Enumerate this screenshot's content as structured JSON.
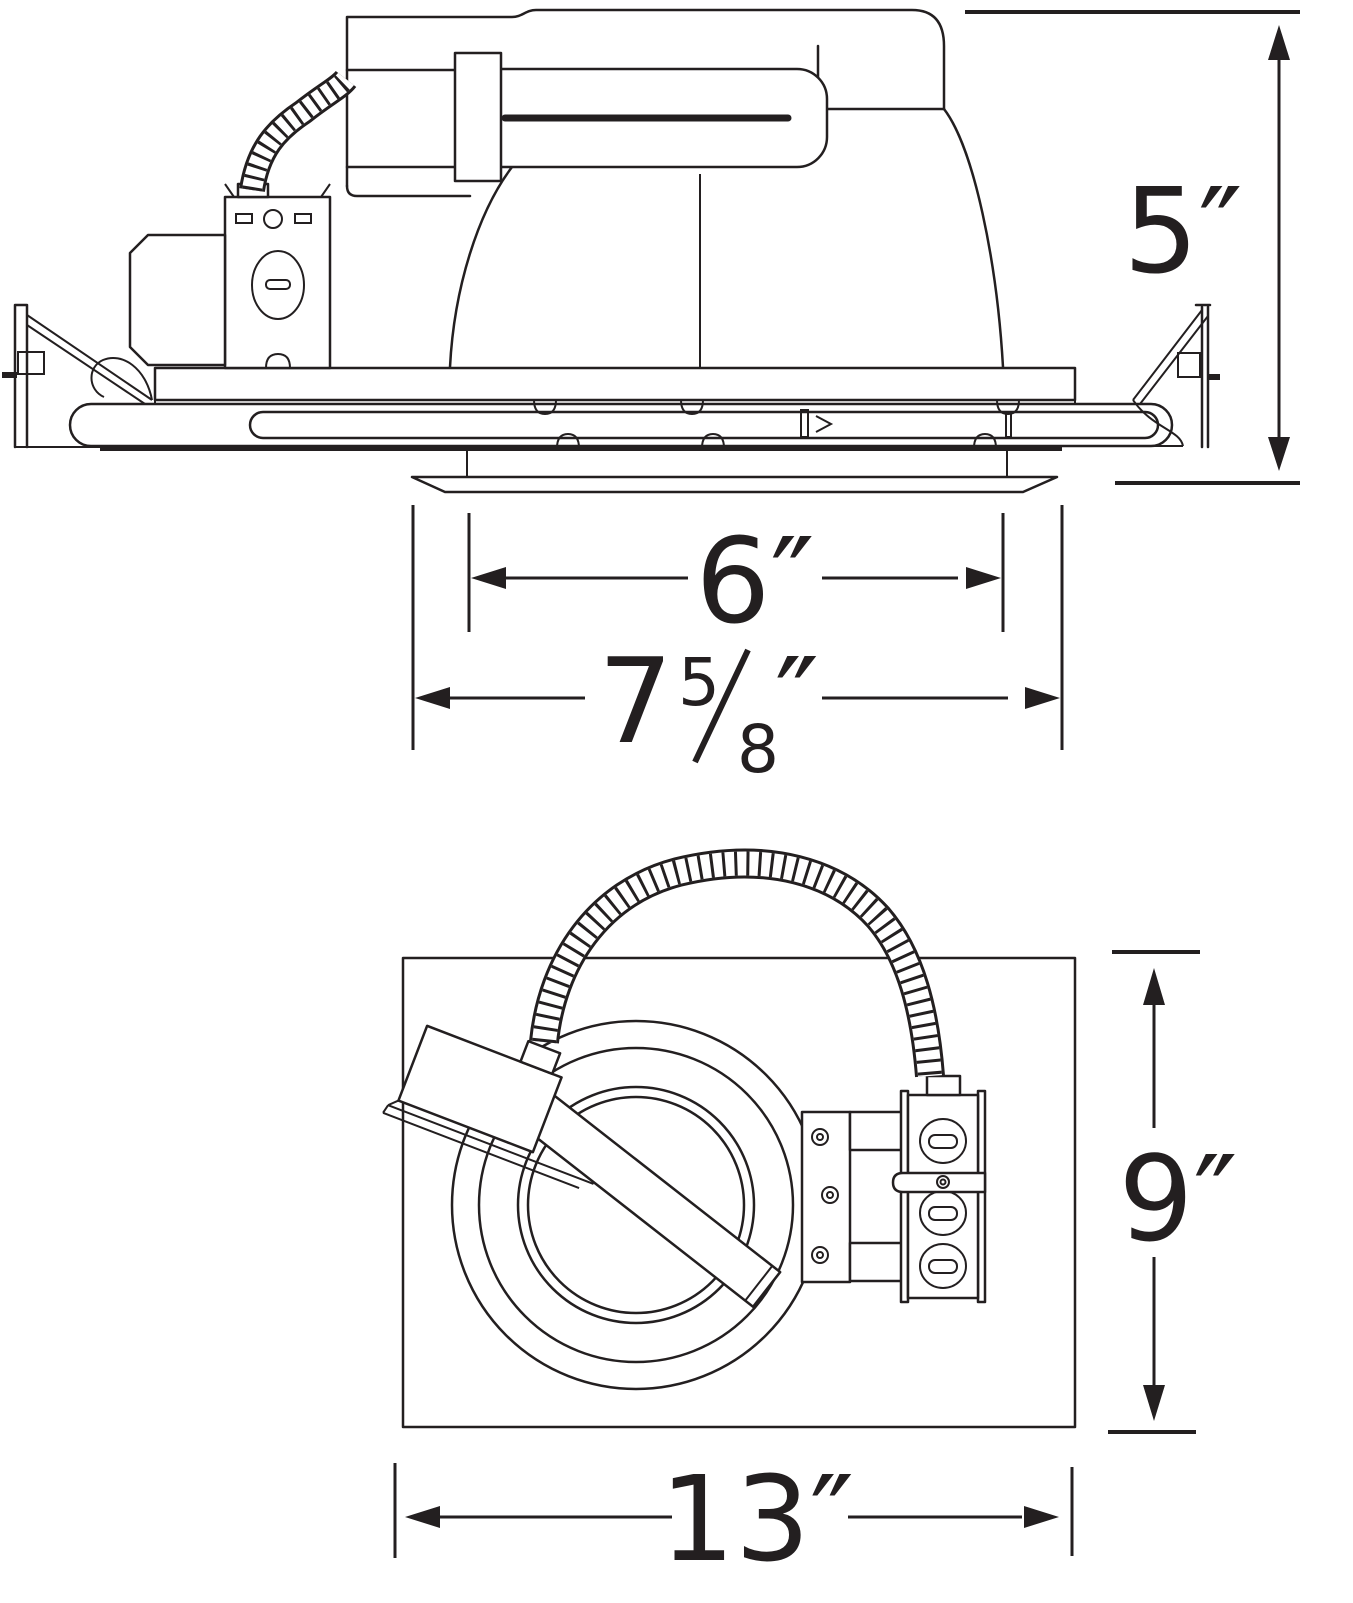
{
  "drawing": {
    "kind": "technical-dimension-diagram",
    "subject": "recessed-downlight-fixture",
    "background_color": "#ffffff",
    "line_color": "#231f20",
    "views": [
      {
        "id": "side-elevation",
        "description": "side view of housing above ceiling line"
      },
      {
        "id": "bottom-plan",
        "description": "plan view of mounting pan with reflector opening and junction box"
      }
    ],
    "dimensions": {
      "d5": {
        "label": "5″",
        "inches": 5,
        "orientation": "vertical"
      },
      "d6": {
        "label": "6″",
        "inches": 6,
        "orientation": "horizontal"
      },
      "d758": {
        "label": "7⅝″",
        "whole": "7",
        "numerator": "5",
        "denominator": "8",
        "unit": "″",
        "inches": 7.625,
        "orientation": "horizontal"
      },
      "d9": {
        "label": "9″",
        "inches": 9,
        "orientation": "vertical"
      },
      "d13": {
        "label": "13″",
        "inches": 13,
        "orientation": "horizontal"
      }
    }
  }
}
